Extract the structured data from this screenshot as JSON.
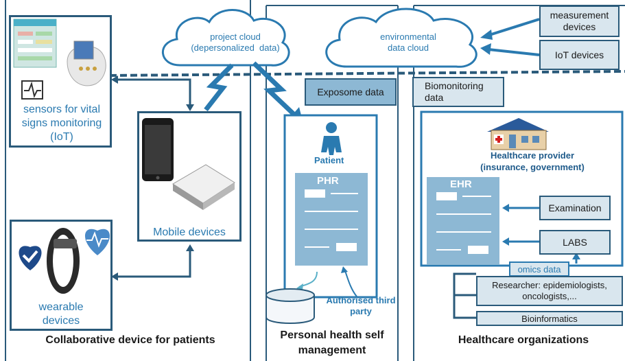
{
  "clouds": {
    "project": "project cloud\n(depersonalized  data)",
    "environmental": "environmental\ndata cloud"
  },
  "sources": {
    "measurement": "measurement\ndevices",
    "iot": "IoT  devices"
  },
  "data_labels": {
    "exposome": "Exposome data",
    "biomonitoring": "Biomonitoring\ndata"
  },
  "devices": {
    "sensors": "sensors for vital\nsigns monitoring\n(IoT)",
    "mobile": "Mobile devices",
    "wearable": "wearable\ndevices"
  },
  "patient_panel": {
    "patient": "Patient",
    "phr": "PHR",
    "third_party": "Authorised third\nparty"
  },
  "hc_panel": {
    "provider": "Healthcare provider\n(insurance, government)",
    "ehr": "EHR",
    "examination": "Examination",
    "labs": "LABS",
    "omics": "omics data",
    "researcher": "Researcher: epidemiologists,\noncologists,...",
    "bioinformatics": "Bioinformatics"
  },
  "sections": {
    "collaborative": "Collaborative device for patients",
    "personal": "Personal health self\nmanagement",
    "healthcare": "Healthcare organizations"
  },
  "colors": {
    "border_dark": "#2a5a7a",
    "accent_blue": "#2a7ab0",
    "panel_blue": "#8db8d4",
    "light_fill": "#d9e6ee"
  }
}
